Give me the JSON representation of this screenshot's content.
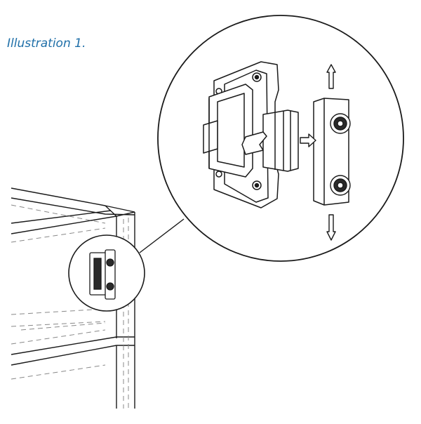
{
  "caption": {
    "text": "Illustration 1.",
    "color": "#1f6fa8"
  },
  "diagram": {
    "line_color": "#1a1a1a",
    "dashed_color": "#888888",
    "fill_color": "#ffffff",
    "arrows": [
      "up-arrow",
      "right-arrow",
      "down-arrow"
    ]
  }
}
